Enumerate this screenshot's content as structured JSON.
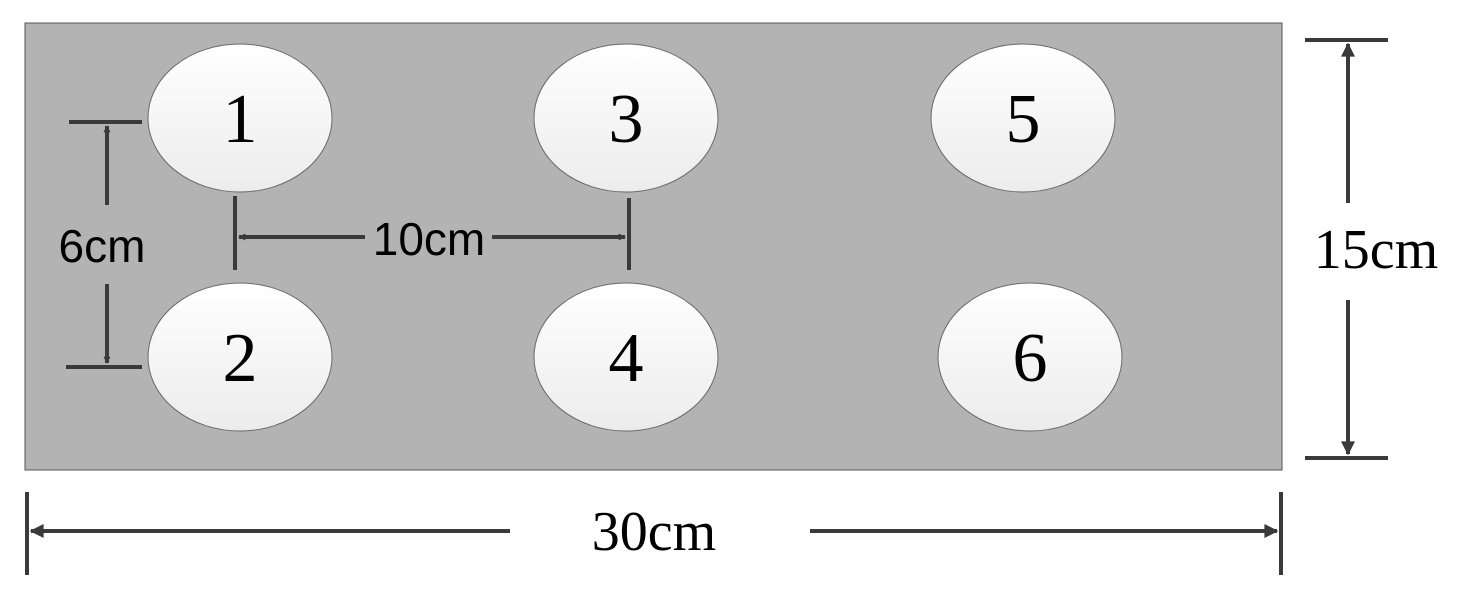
{
  "plate": {
    "holes": [
      {
        "label": "1"
      },
      {
        "label": "2"
      },
      {
        "label": "3"
      },
      {
        "label": "4"
      },
      {
        "label": "5"
      },
      {
        "label": "6"
      }
    ]
  },
  "dimensions": {
    "row_spacing": "6cm",
    "column_spacing": "10cm",
    "height": "15cm",
    "width": "30cm"
  },
  "colors": {
    "plate_fill": "#b3b3b3",
    "plate_border": "#555555",
    "hole_fill_top": "#ffffff",
    "hole_fill_bottom": "#ececec",
    "line": "#3a3a3a",
    "text": "#000000"
  }
}
